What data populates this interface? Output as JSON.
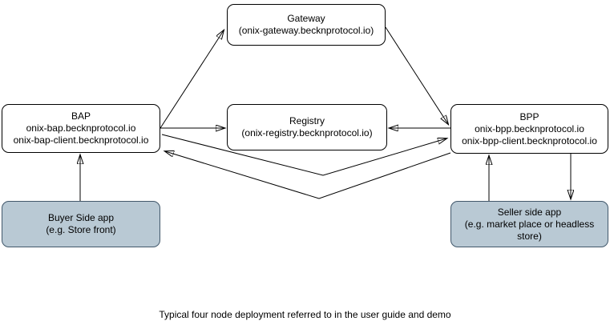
{
  "diagram": {
    "caption": "Typical four node deployment referred to in the user guide and demo",
    "nodes": {
      "gateway": {
        "title": "Gateway",
        "line1": "(onix-gateway.becknprotocol.io)"
      },
      "bap": {
        "title": "BAP",
        "line1": "onix-bap.becknprotocol.io",
        "line2": "onix-bap-client.becknprotocol.io"
      },
      "registry": {
        "title": "Registry",
        "line1": "(onix-registry.becknprotocol.io)"
      },
      "bpp": {
        "title": "BPP",
        "line1": "onix-bpp.becknprotocol.io",
        "line2": "onix-bpp-client.becknprotocol.io"
      },
      "buyer_app": {
        "title": "Buyer Side app",
        "line1": "(e.g. Store front)"
      },
      "seller_app": {
        "title": "Seller side app",
        "line1": "(e.g. market place or headless store)"
      }
    },
    "edges": [
      {
        "from": "bap",
        "to": "gateway",
        "direction": "one-way"
      },
      {
        "from": "gateway",
        "to": "bpp",
        "direction": "one-way"
      },
      {
        "from": "bap",
        "to": "registry",
        "direction": "one-way"
      },
      {
        "from": "bpp",
        "to": "registry",
        "direction": "one-way"
      },
      {
        "from": "bap",
        "to": "bpp",
        "direction": "one-way",
        "shape": "v-polyline"
      },
      {
        "from": "bpp",
        "to": "bap",
        "direction": "one-way",
        "shape": "v-polyline"
      },
      {
        "from": "buyer_app",
        "to": "bap",
        "direction": "one-way"
      },
      {
        "from": "seller_app",
        "to": "bpp",
        "direction": "one-way"
      },
      {
        "from": "bpp",
        "to": "seller_app",
        "direction": "one-way"
      }
    ],
    "colors": {
      "node_fill": "#ffffff",
      "node_stroke": "#000000",
      "app_fill": "#b9c9d4",
      "app_stroke": "#42586b",
      "arrow": "#000000",
      "text": "#000000"
    }
  }
}
